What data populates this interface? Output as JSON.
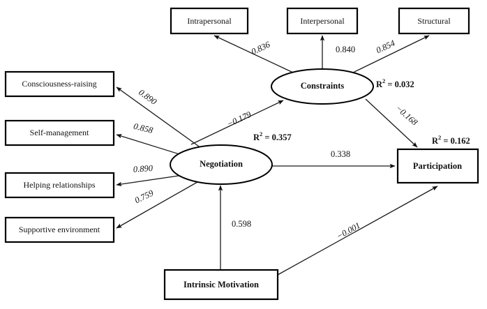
{
  "diagram": {
    "title": "Structural equation model: Negotiation, Constraints, Participation",
    "type": "path-diagram",
    "colors": {
      "stroke": "#000000",
      "fill": "#ffffff",
      "text": "#111111"
    },
    "nodes": [
      {
        "id": "intrapersonal",
        "label": "Intrapersonal",
        "shape": "rect",
        "bold": false
      },
      {
        "id": "interpersonal",
        "label": "Interpersonal",
        "shape": "rect",
        "bold": false
      },
      {
        "id": "structural",
        "label": "Structural",
        "shape": "rect",
        "bold": false
      },
      {
        "id": "consciousness",
        "label": "Consciousness-raising",
        "shape": "rect",
        "bold": false
      },
      {
        "id": "selfmanagement",
        "label": "Self-management",
        "shape": "rect",
        "bold": false
      },
      {
        "id": "helping",
        "label": "Helping relationships",
        "shape": "rect",
        "bold": false
      },
      {
        "id": "supportive",
        "label": "Supportive environment",
        "shape": "rect",
        "bold": false
      },
      {
        "id": "constraints",
        "label": "Constraints",
        "shape": "ellipse",
        "bold": true
      },
      {
        "id": "negotiation",
        "label": "Negotiation",
        "shape": "ellipse",
        "bold": true
      },
      {
        "id": "participation",
        "label": "Participation",
        "shape": "rect",
        "bold": true
      },
      {
        "id": "intrinsic",
        "label": "Intrinsic Motivation",
        "shape": "rect",
        "bold": true
      }
    ],
    "paths": [
      {
        "id": "con-intra",
        "from": "constraints",
        "to": "intrapersonal",
        "coefficient": "0.836"
      },
      {
        "id": "con-inter",
        "from": "constraints",
        "to": "interpersonal",
        "coefficient": "0.840"
      },
      {
        "id": "con-struct",
        "from": "constraints",
        "to": "structural",
        "coefficient": "0.854"
      },
      {
        "id": "neg-cons",
        "from": "negotiation",
        "to": "consciousness",
        "coefficient": "0.890"
      },
      {
        "id": "neg-self",
        "from": "negotiation",
        "to": "selfmanagement",
        "coefficient": "0.858"
      },
      {
        "id": "neg-help",
        "from": "negotiation",
        "to": "helping",
        "coefficient": "0.890"
      },
      {
        "id": "neg-supp",
        "from": "negotiation",
        "to": "supportive",
        "coefficient": "0.759"
      },
      {
        "id": "neg-con",
        "from": "negotiation",
        "to": "constraints",
        "coefficient": "−0.179"
      },
      {
        "id": "neg-part",
        "from": "negotiation",
        "to": "participation",
        "coefficient": "0.338"
      },
      {
        "id": "con-part",
        "from": "constraints",
        "to": "participation",
        "coefficient": "−0.168"
      },
      {
        "id": "int-neg",
        "from": "intrinsic",
        "to": "negotiation",
        "coefficient": "0.598"
      },
      {
        "id": "int-part",
        "from": "intrinsic",
        "to": "participation",
        "coefficient": "−0.001"
      }
    ],
    "r_squared": [
      {
        "id": "r2-constraints",
        "node": "constraints",
        "prefix": "R",
        "sup": "2",
        "value": " = 0.032"
      },
      {
        "id": "r2-negotiation",
        "node": "negotiation",
        "prefix": "R",
        "sup": "2",
        "value": " = 0.357"
      },
      {
        "id": "r2-participation",
        "node": "participation",
        "prefix": "R",
        "sup": "2",
        "value": " = 0.162"
      }
    ]
  }
}
